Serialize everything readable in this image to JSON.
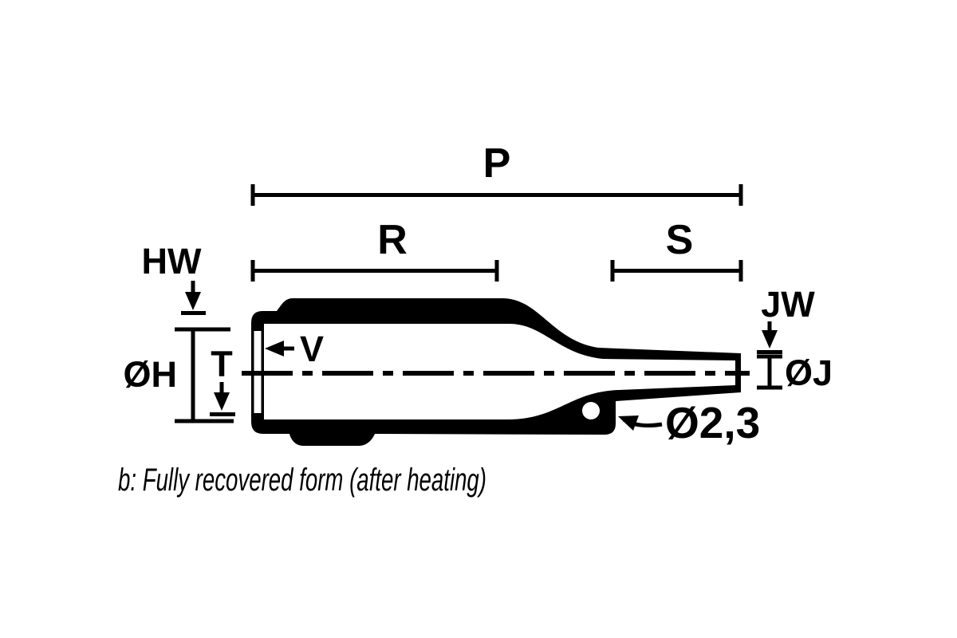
{
  "caption": "b: Fully recovered form (after heating)",
  "labels": {
    "p": "P",
    "r": "R",
    "s": "S",
    "hw": "HW",
    "oh": "ØH",
    "t": "T",
    "v": "V",
    "jw": "JW",
    "oj": "ØJ",
    "hole_diameter": "Ø2,3"
  },
  "colors": {
    "ink": "#000000",
    "background": "#ffffff"
  }
}
